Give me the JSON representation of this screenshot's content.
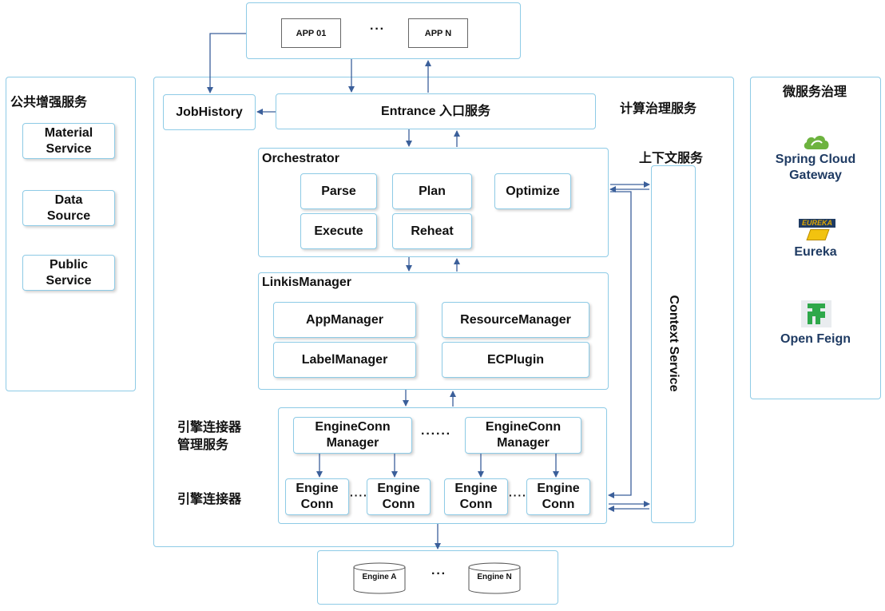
{
  "top_apps": {
    "app_first": "APP 01",
    "ellipsis": "···",
    "app_last": "APP N"
  },
  "left_panel": {
    "title": "公共增强服务",
    "services": [
      {
        "line1": "Material",
        "line2": "Service"
      },
      {
        "line1": "Data",
        "line2": "Source"
      },
      {
        "line1": "Public",
        "line2": "Service"
      }
    ]
  },
  "right_panel": {
    "title": "微服务治理",
    "items": [
      {
        "line1": "Spring Cloud",
        "line2": "Gateway",
        "icon": "spring-cloud-icon"
      },
      {
        "line1": "Eureka",
        "logo_text": "EUREKA",
        "icon": "eureka-icon"
      },
      {
        "line1": "Open Feign",
        "icon": "open-feign-icon"
      }
    ]
  },
  "center": {
    "title": "计算治理服务",
    "job_history": "JobHistory",
    "entrance": "Entrance  入口服务",
    "context_title": "上下文服务",
    "context_service": "Context Service",
    "orchestrator": {
      "title": "Orchestrator",
      "items": [
        "Parse",
        "Plan",
        "Optimize",
        "Execute",
        "Reheat"
      ]
    },
    "linkis_manager": {
      "title": "LinkisManager",
      "items": [
        "AppManager",
        "ResourceManager",
        "LabelManager",
        "ECPlugin"
      ]
    },
    "ecm_label": {
      "line1": "引擎连接器",
      "line2": "管理服务"
    },
    "ec_label": "引擎连接器",
    "ecm_boxes": [
      {
        "line1": "EngineConn",
        "line2": "Manager"
      },
      {
        "line1": "EngineConn",
        "line2": "Manager"
      }
    ],
    "ecm_ellipsis": "······",
    "engine_conns": [
      {
        "line1": "Engine",
        "line2": "Conn"
      },
      {
        "line1": "Engine",
        "line2": "Conn"
      },
      {
        "line1": "Engine",
        "line2": "Conn"
      },
      {
        "line1": "Engine",
        "line2": "Conn"
      }
    ],
    "ec_ellipsis": "·····"
  },
  "bottom_engines": {
    "engine_first": "Engine A",
    "ellipsis": "···",
    "engine_last": "Engine N"
  },
  "colors": {
    "border": "#8ecbe6",
    "arrow": "#3b5f9a",
    "accent_text": "#1f3b63",
    "spring_green": "#6db33f",
    "eureka_yellow": "#f2c30f",
    "feign_green": "#2ea84a"
  }
}
